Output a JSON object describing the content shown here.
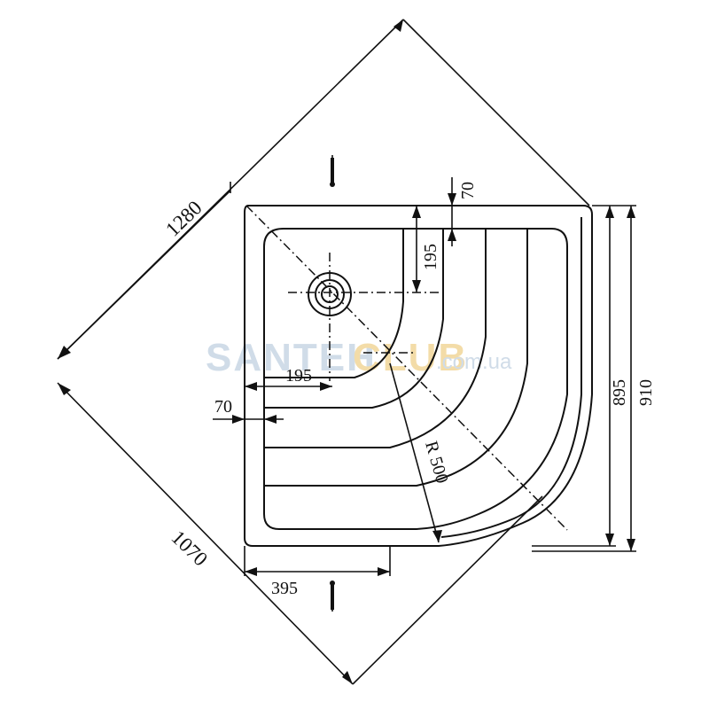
{
  "dimensions": {
    "diagonal_long": "1280",
    "diagonal_short": "1070",
    "right_inner": "895",
    "right_outer": "910",
    "bottom_offset": "395",
    "radius": "R 500",
    "left_offset_195": "195",
    "left_margin_70": "70",
    "top_offset_195": "195",
    "top_margin_70": "70"
  },
  "watermark": {
    "brand_a": "SANTEH",
    "brand_b": "CLUB",
    "domain": ".com.ua",
    "color_a": "#c8d6e4",
    "color_b": "#f2d79a"
  },
  "colors": {
    "line": "#111111",
    "background": "#ffffff"
  }
}
